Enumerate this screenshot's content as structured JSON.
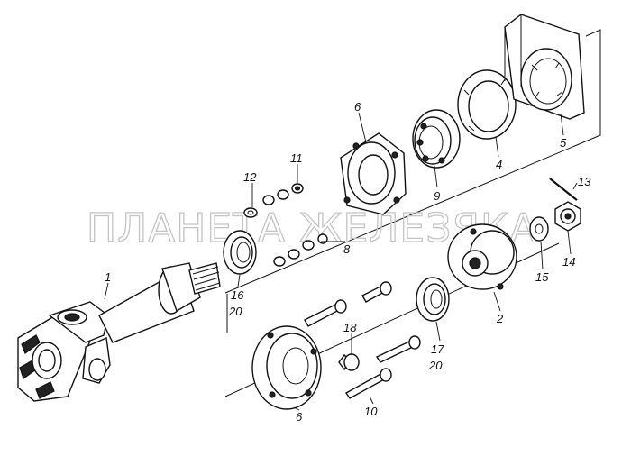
{
  "watermark": "ПЛАНЕТА ЖЕЛЕЗЯКА",
  "callouts": [
    {
      "id": "c1",
      "text": "1"
    },
    {
      "id": "c2",
      "text": "2"
    },
    {
      "id": "c4",
      "text": "4"
    },
    {
      "id": "c5",
      "text": "5"
    },
    {
      "id": "c6a",
      "text": "6"
    },
    {
      "id": "c6b",
      "text": "6"
    },
    {
      "id": "c8",
      "text": "8"
    },
    {
      "id": "c9",
      "text": "9"
    },
    {
      "id": "c10",
      "text": "10"
    },
    {
      "id": "c11",
      "text": "11"
    },
    {
      "id": "c12",
      "text": "12"
    },
    {
      "id": "c13",
      "text": "13"
    },
    {
      "id": "c14",
      "text": "14"
    },
    {
      "id": "c15",
      "text": "15"
    },
    {
      "id": "c16",
      "text": "16"
    },
    {
      "id": "c17",
      "text": "17"
    },
    {
      "id": "c18",
      "text": "18"
    },
    {
      "id": "c20a",
      "text": "20"
    },
    {
      "id": "c20b",
      "text": "20"
    }
  ]
}
